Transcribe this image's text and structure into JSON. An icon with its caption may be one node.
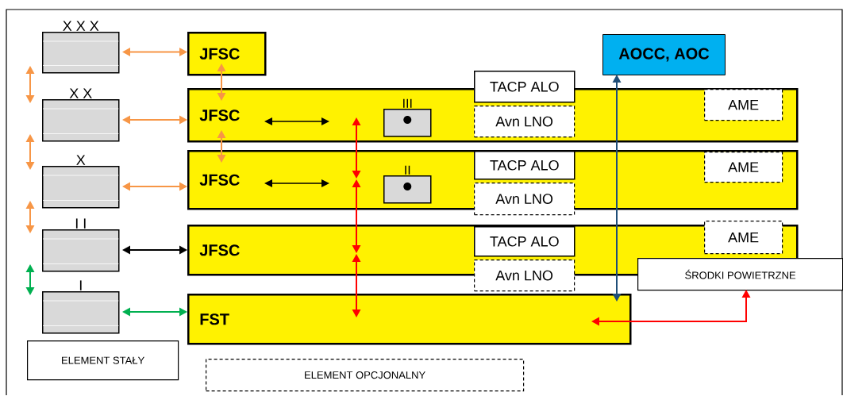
{
  "diagram": {
    "nodes": [
      {
        "text": [],
        "shape": "box",
        "beside": [
          "X X X"
        ]
      },
      {
        "text": [],
        "shape": "box",
        "beside": [
          "X X"
        ]
      },
      {
        "text": [],
        "shape": "box",
        "beside": [
          "X"
        ]
      },
      {
        "text": [],
        "shape": "box",
        "beside": [
          "I I"
        ]
      },
      {
        "text": [],
        "shape": "box",
        "beside": [
          "I"
        ]
      },
      {
        "text": [
          "JFSC"
        ]
      },
      {
        "text": [
          "JFSC"
        ]
      },
      {
        "text": [
          "JFSC"
        ]
      },
      {
        "text": [
          "JFSC"
        ]
      },
      {
        "text": [
          "FST"
        ]
      },
      {
        "text": [
          "AOCC, AOC"
        ]
      },
      {
        "text": [],
        "shape": "box",
        "beside": [
          "III"
        ],
        "in": 6
      },
      {
        "text": [],
        "shape": "box",
        "beside": [
          "II"
        ],
        "in": 7
      },
      {
        "text": [
          "TACP ALO"
        ]
      },
      {
        "text": [
          "TACP ALO"
        ],
        "in": 7
      },
      {
        "text": [
          "TACP ALO"
        ],
        "in": 8
      },
      {
        "text": [
          "Avn LNO"
        ],
        "in": 6
      },
      {
        "text": [
          "Avn LNO"
        ]
      },
      {
        "text": [
          "Avn LNO"
        ]
      },
      {
        "text": [
          "AME"
        ],
        "in": 6
      },
      {
        "text": [
          "AME"
        ],
        "in": 7
      },
      {
        "text": [
          "AME"
        ]
      },
      {
        "text": [
          "ŚRODKI POWIETRZNE"
        ]
      },
      {
        "text": [
          "ELEMENT STAŁY"
        ]
      },
      {
        "text": [
          "ELEMENT OPCJONALNY"
        ]
      }
    ],
    "edges": [
      {
        "from": 0,
        "to": 5,
        "arrow": "both"
      },
      {
        "from": 1,
        "to": 6,
        "arrow": "both"
      },
      {
        "from": 2,
        "to": 7,
        "arrow": "both"
      },
      {
        "from": 3,
        "to": 8,
        "arrow": "both",
        "color": "#000000"
      },
      {
        "from": 4,
        "to": 9,
        "arrow": "both",
        "color": "#00b050"
      },
      {
        "from": 0,
        "to": 1,
        "arrow": "both"
      },
      {
        "from": 1,
        "to": 2,
        "arrow": "both"
      },
      {
        "from": 2,
        "to": 3,
        "arrow": "both"
      },
      {
        "from": 3,
        "to": 4,
        "arrow": "both",
        "color": "#00b050"
      },
      {
        "from": 5,
        "to": 6,
        "arrow": "both"
      },
      {
        "from": 6,
        "to": 7,
        "arrow": "both"
      },
      {
        "from": 6,
        "to": 7,
        "arrow": "both",
        "color": "#ff0000"
      },
      {
        "from": 7,
        "to": 8,
        "arrow": "both",
        "color": "#ff0000"
      },
      {
        "from": 8,
        "to": 9,
        "arrow": "both",
        "color": "#ff0000"
      },
      {
        "from": 10,
        "to": 9,
        "arrow": "both",
        "color": "#1f4e79"
      },
      {
        "from": 22,
        "to": 9,
        "arrow": "both",
        "color": "#ff0000"
      }
    ]
  }
}
